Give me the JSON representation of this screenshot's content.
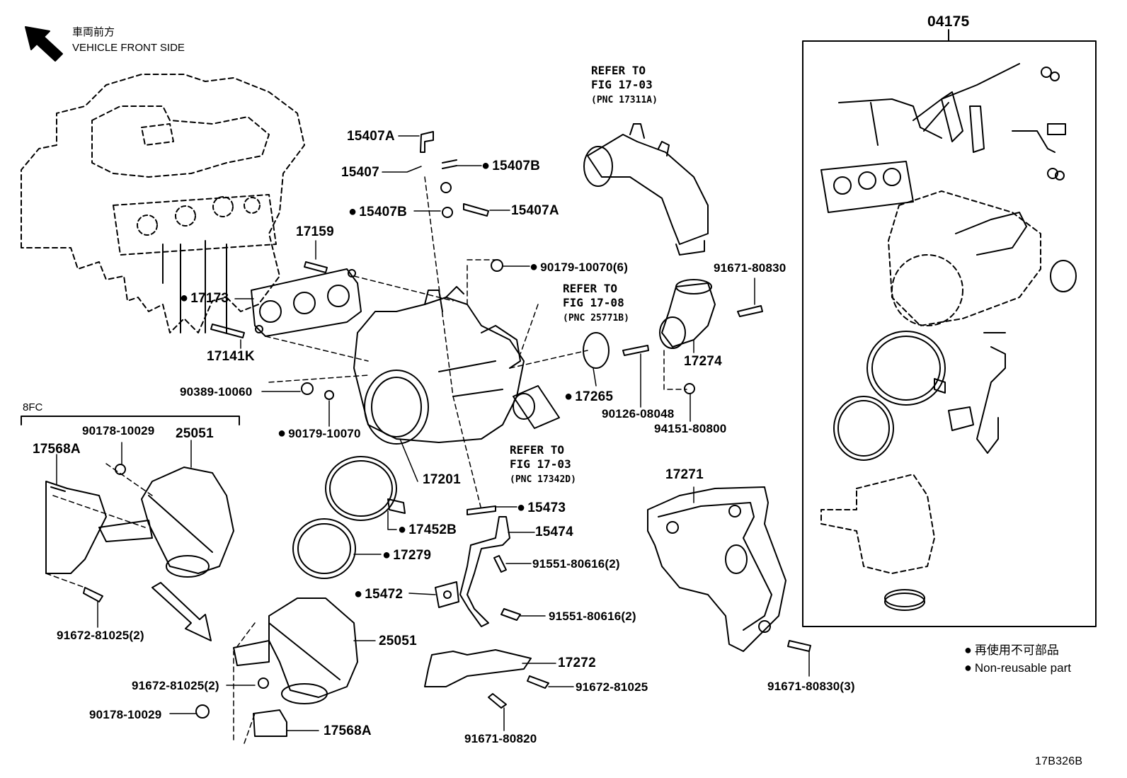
{
  "orientation": {
    "jp": "車両前方",
    "en": "VEHICLE FRONT SIDE",
    "arrow_icon": "arrow-up-left-icon"
  },
  "kit_label": "04175",
  "group_label": "8FC",
  "refs": {
    "top": {
      "l1": "REFER TO",
      "l2": "FIG 17-03",
      "l3": "(PNC 17311A)"
    },
    "mid": {
      "l1": "REFER TO",
      "l2": "FIG 17-08",
      "l3": "(PNC 25771B)"
    },
    "low": {
      "l1": "REFER TO",
      "l2": "FIG 17-03",
      "l3": "(PNC 17342D)"
    }
  },
  "parts": {
    "p15407A_1": "15407A",
    "p15407": "15407",
    "p15407B_1": "15407B",
    "p15407B_2": "15407B",
    "p15407A_2": "15407A",
    "p17159": "17159",
    "p17173": "17173",
    "p17141K": "17141K",
    "p90179_6": "90179-10070(6)",
    "p90389": "90389-10060",
    "p90179": "90179-10070",
    "p17265": "17265",
    "p90126": "90126-08048",
    "p94151": "94151-80800",
    "p91671_80830": "91671-80830",
    "p17274": "17274",
    "p90178_1": "90178-10029",
    "p25051_1": "25051",
    "p17568A_1": "17568A",
    "p91672_2a": "91672-81025(2)",
    "p17201": "17201",
    "p17452B": "17452B",
    "p17279": "17279",
    "p15473": "15473",
    "p15474": "15474",
    "p91551_a": "91551-80616(2)",
    "p15472": "15472",
    "p91551_b": "91551-80616(2)",
    "p17271": "17271",
    "p25051_2": "25051",
    "p91672_2b": "91672-81025(2)",
    "p90178_2": "90178-10029",
    "p17568A_2": "17568A",
    "p17272": "17272",
    "p91672": "91672-81025",
    "p91671_80820": "91671-80820",
    "p91671_3": "91671-80830(3)"
  },
  "non_reusable_parts": [
    "17173",
    "15407B",
    "15407B",
    "90179-10070(6)",
    "90179-10070",
    "17265",
    "17452B",
    "17279",
    "15473",
    "15472"
  ],
  "legend": {
    "jp": "再使用不可部品",
    "en": "Non-reusable part",
    "bullet_icon": "filled-circle-icon"
  },
  "figure_code": "17B326B"
}
